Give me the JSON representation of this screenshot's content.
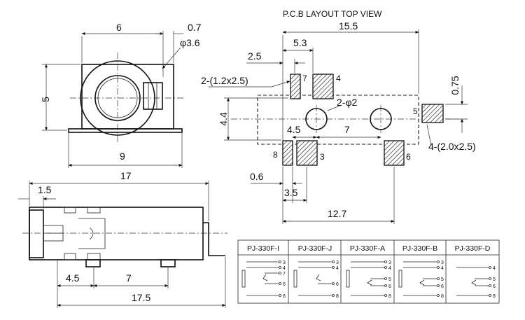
{
  "pcb_title": "P.C.B LAYOUT  TOP VIEW",
  "front_view": {
    "width_label": "6",
    "offset_label": "0.7",
    "diameter_label": "φ3.6",
    "height_label": "5",
    "bottom_width_label": "9"
  },
  "side_view": {
    "length_label": "17",
    "tab_label": "1.5",
    "pad_offset_label": "4.5",
    "pad_spacing_label": "7",
    "overall_label": "17.5"
  },
  "pcb_layout": {
    "overall_label": "15.5",
    "dim_53": "5.3",
    "dim_25": "2.5",
    "pad_size_small": "2-(1.2x2.5)",
    "hole_label": "2-φ2",
    "dim_44": "4.4",
    "dim_45": "4.5",
    "dim_7": "7",
    "dim_075": "0.75",
    "pad_size_large": "4-(2.0x2.5)",
    "dim_06": "0.6",
    "dim_35": "3.5",
    "dim_127": "12.7",
    "pins": [
      "7",
      "4",
      "5",
      "8",
      "3",
      "6"
    ]
  },
  "schematic_table": {
    "models": [
      "PJ-330F-I",
      "PJ-330F-J",
      "PJ-330F-A",
      "PJ-330F-B",
      "PJ-330F-D"
    ],
    "pin_sets": [
      [
        "3",
        "4",
        "7",
        "6",
        "8"
      ],
      [
        "3",
        "4",
        "6",
        "8"
      ],
      [
        "3",
        "4",
        "5",
        "6",
        "8"
      ],
      [
        "3",
        "4",
        "5",
        "6",
        "8"
      ],
      [
        "4",
        "5",
        "6",
        "8"
      ]
    ]
  }
}
